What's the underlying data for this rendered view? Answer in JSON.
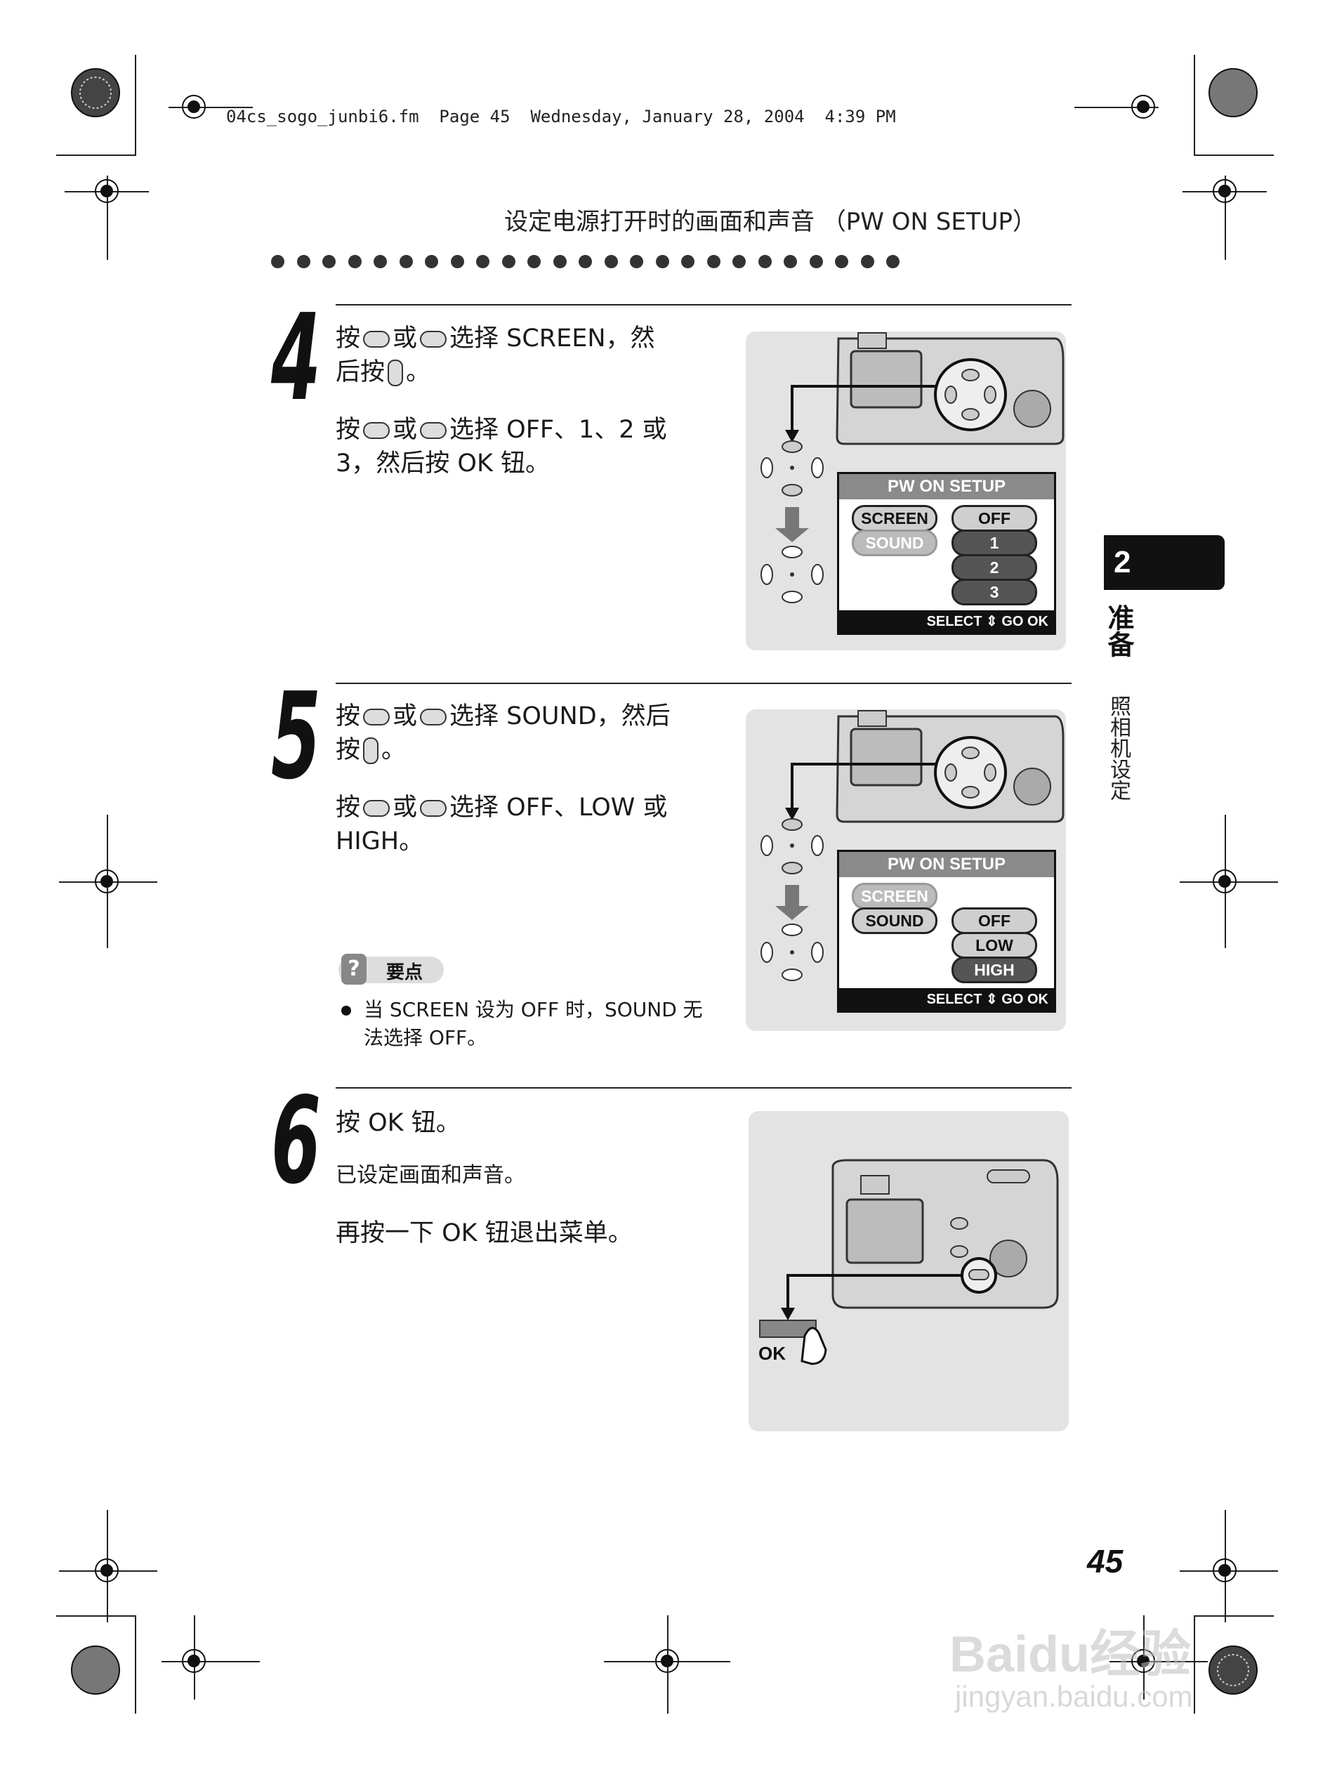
{
  "header": {
    "file_info": "04cs_sogo_junbi6.fm  Page 45  Wednesday, January 28, 2004  4:39 PM",
    "section_title": "设定电源打开时的画面和声音 （PW ON SETUP）"
  },
  "side_tab": {
    "chapter_number": "2",
    "chapter_title": "准备",
    "section_name": "照相机设定"
  },
  "step4": {
    "number": "4",
    "line1a": "按",
    "line1b": "或",
    "line1c": "选择 SCREEN，然",
    "line2a": "后按",
    "line2b": "。",
    "para2a": "按",
    "para2b": "或",
    "para2c": "选择 OFF、1、2 或",
    "para2d": "3，然后按 OK 钮。",
    "lcd": {
      "title": "PW ON SETUP",
      "left_items": [
        "SCREEN",
        "SOUND"
      ],
      "right_items": [
        "OFF",
        "1",
        "2",
        "3"
      ],
      "bar": "SELECT ⇕ GO OK"
    }
  },
  "step5": {
    "number": "5",
    "line1a": "按",
    "line1b": "或",
    "line1c": "选择 SOUND，然后",
    "line2a": "按",
    "line2b": "。",
    "para2a": "按",
    "para2b": "或",
    "para2c": "选择 OFF、LOW 或",
    "para2d": "HIGH。",
    "tip_label": "要点",
    "tip_line1": "当 SCREEN 设为 OFF 时，SOUND 无",
    "tip_line2": "法选择 OFF。",
    "lcd": {
      "title": "PW ON SETUP",
      "left_items": [
        "SCREEN",
        "SOUND"
      ],
      "right_items": [
        "OFF",
        "LOW",
        "HIGH"
      ],
      "bar": "SELECT ⇕ GO OK"
    }
  },
  "step6": {
    "number": "6",
    "line1": "按 OK 钮。",
    "line2": "已设定画面和声音。",
    "line3": "再按一下 OK 钮退出菜单。",
    "ok_label": "OK"
  },
  "page_number": "45",
  "watermark": {
    "line1": "Baidu经验",
    "line2": "jingyan.baidu.com"
  }
}
